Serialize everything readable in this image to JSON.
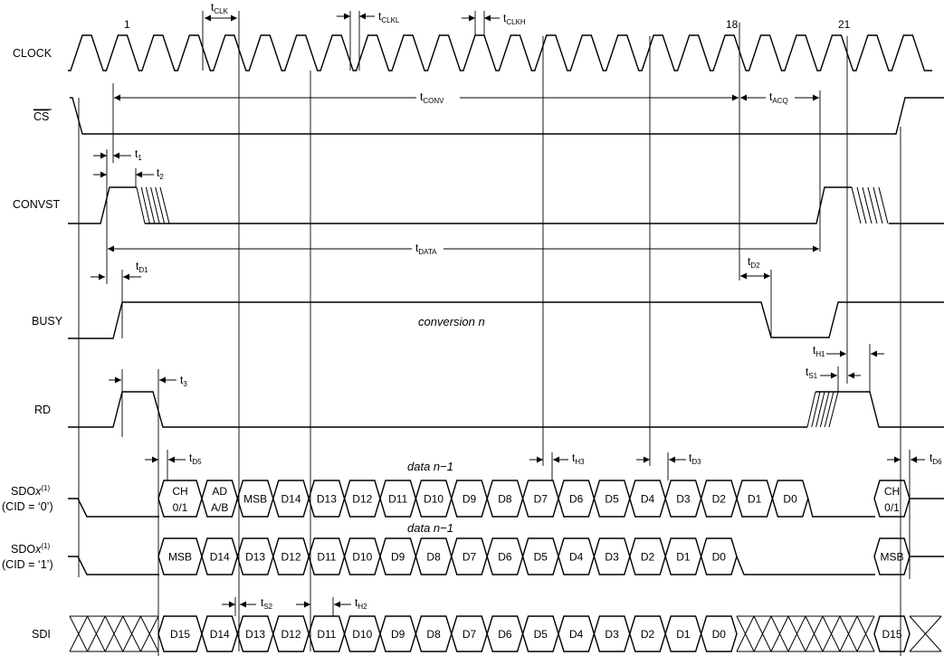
{
  "signals": {
    "clock": "CLOCK",
    "cs": "CS",
    "convst": "CONVST",
    "busy": "BUSY",
    "rd": "RD",
    "sdo0": {
      "name": "SDO",
      "var": "x",
      "sup": "(1)",
      "cid": "(CID = ‘0’)"
    },
    "sdo1": {
      "name": "SDO",
      "var": "x",
      "sup": "(1)",
      "cid": "(CID = ‘1’)"
    },
    "sdi": "SDI"
  },
  "clock_marks": {
    "first": "1",
    "eighteen": "18",
    "twentyone": "21"
  },
  "timings": {
    "clk": {
      "base": "t",
      "sub": "CLK"
    },
    "clkl": {
      "base": "t",
      "sub": "CLKL"
    },
    "clkh": {
      "base": "t",
      "sub": "CLKH"
    },
    "conv": {
      "base": "t",
      "sub": "CONV"
    },
    "acq": {
      "base": "t",
      "sub": "ACQ"
    },
    "t1": {
      "base": "t",
      "sub": "1"
    },
    "t2": {
      "base": "t",
      "sub": "2"
    },
    "data": {
      "base": "t",
      "sub": "DATA"
    },
    "d1": {
      "base": "t",
      "sub": "D1"
    },
    "d2": {
      "base": "t",
      "sub": "D2"
    },
    "h1": {
      "base": "t",
      "sub": "H1"
    },
    "s1": {
      "base": "t",
      "sub": "S1"
    },
    "t3": {
      "base": "t",
      "sub": "3"
    },
    "d5": {
      "base": "t",
      "sub": "D5"
    },
    "h3": {
      "base": "t",
      "sub": "H3"
    },
    "d3": {
      "base": "t",
      "sub": "D3"
    },
    "d6": {
      "base": "t",
      "sub": "D6"
    },
    "s2": {
      "base": "t",
      "sub": "S2"
    },
    "h2": {
      "base": "t",
      "sub": "H2"
    }
  },
  "annotations": {
    "conversion": "conversion n",
    "data_cid0": "data n−1",
    "data_cid1": "data n−1"
  },
  "buses": {
    "sdo_cid0": [
      [
        "CH",
        "0/1"
      ],
      [
        "AD",
        "A/B"
      ],
      [
        "MSB"
      ],
      [
        "D14"
      ],
      [
        "D13"
      ],
      [
        "D12"
      ],
      [
        "D11"
      ],
      [
        "D10"
      ],
      [
        "D9"
      ],
      [
        "D8"
      ],
      [
        "D7"
      ],
      [
        "D6"
      ],
      [
        "D5"
      ],
      [
        "D4"
      ],
      [
        "D3"
      ],
      [
        "D2"
      ],
      [
        "D1"
      ],
      [
        "D0"
      ]
    ],
    "sdo_cid0_next": [
      "CH",
      "0/1"
    ],
    "sdo_cid1": [
      [
        "MSB"
      ],
      [
        "D14"
      ],
      [
        "D13"
      ],
      [
        "D12"
      ],
      [
        "D11"
      ],
      [
        "D10"
      ],
      [
        "D9"
      ],
      [
        "D8"
      ],
      [
        "D7"
      ],
      [
        "D6"
      ],
      [
        "D5"
      ],
      [
        "D4"
      ],
      [
        "D3"
      ],
      [
        "D2"
      ],
      [
        "D1"
      ],
      [
        "D0"
      ]
    ],
    "sdo_cid1_next": [
      "MSB"
    ],
    "sdi": [
      [
        "D15"
      ],
      [
        "D14"
      ],
      [
        "D13"
      ],
      [
        "D12"
      ],
      [
        "D11"
      ],
      [
        "D10"
      ],
      [
        "D9"
      ],
      [
        "D8"
      ],
      [
        "D7"
      ],
      [
        "D6"
      ],
      [
        "D5"
      ],
      [
        "D4"
      ],
      [
        "D3"
      ],
      [
        "D2"
      ],
      [
        "D1"
      ],
      [
        "D0"
      ]
    ],
    "sdi_next": [
      "D15"
    ]
  }
}
